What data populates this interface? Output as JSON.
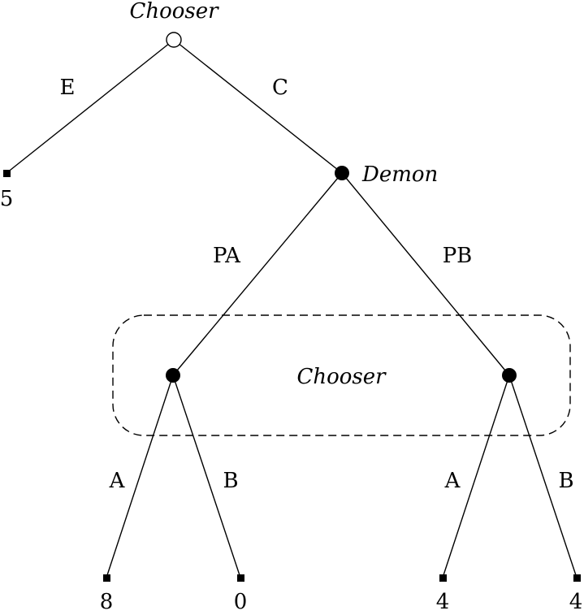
{
  "nodes": {
    "root": {
      "label": "Chooser"
    },
    "demon": {
      "label": "Demon"
    },
    "info_set": {
      "label": "Chooser"
    }
  },
  "edges": {
    "root_to_exit": "E",
    "root_to_demon": "C",
    "demon_to_left": "PA",
    "demon_to_right": "PB",
    "left_to_a": "A",
    "left_to_b": "B",
    "right_to_a": "A",
    "right_to_b": "B"
  },
  "payoffs": {
    "exit": "5",
    "left_a": "8",
    "left_b": "0",
    "right_a": "4",
    "right_b": "4"
  },
  "colors": {
    "ink": "#000000",
    "background": "#ffffff"
  }
}
